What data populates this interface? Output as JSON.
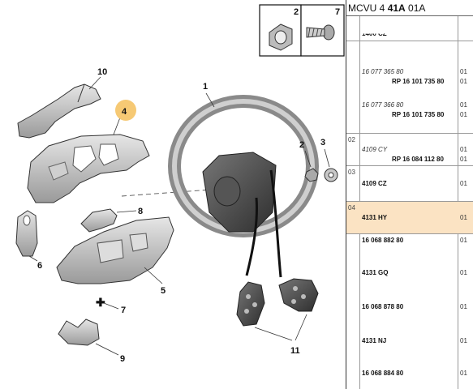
{
  "header": {
    "prefix": "MCVU 4 ",
    "bold": "41A",
    "suffix": " 01A"
  },
  "callouts": {
    "n1": "1",
    "n2": "2",
    "n3": "3",
    "n4": "4",
    "n5": "5",
    "n6": "6",
    "n7": "7",
    "n8": "8",
    "n9": "9",
    "n10": "10",
    "n11": "11",
    "inset2": "2",
    "inset7": "7"
  },
  "colors": {
    "highlight": "#fbe3c3",
    "callout_circle": "#f6c974"
  },
  "table": {
    "top_cut": "1400 CZ",
    "r1_ref": "16 077 365 80",
    "r1_code": "RP 16 101 735 80",
    "r1_q1": "01",
    "r1_q2": "01",
    "r2_ref": "16 077 366 80",
    "r2_code": "RP 16 101 735 80",
    "r2_q1": "01",
    "r2_q2": "01",
    "r3_idx": "02",
    "r3_ref": "4109 CY",
    "r3_code": "RP 16 084 112 80",
    "r3_q1": "01",
    "r3_q2": "01",
    "r4_idx": "03",
    "r4_code": "4109 CZ",
    "r4_q": "01",
    "r5_idx": "04",
    "r5_code": "4131 HY",
    "r5_q": "01",
    "r6_code": "16 068 882 80",
    "r6_q": "01",
    "r7_code": "4131 GQ",
    "r7_q": "01",
    "r8_code": "16 068 878 80",
    "r8_q": "01",
    "r9_code": "4131 NJ",
    "r9_q": "01",
    "r10_code": "16 068 884 80",
    "r10_q": "01"
  }
}
